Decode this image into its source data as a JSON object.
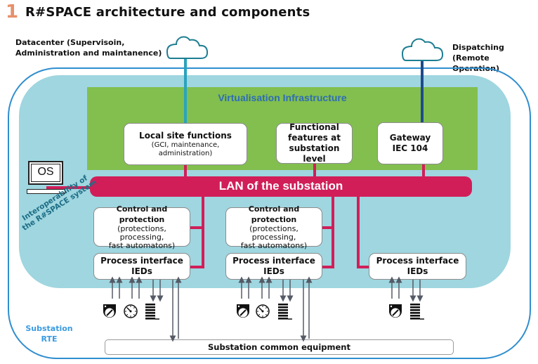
{
  "header": {
    "number": "1",
    "title": "R#SPACE architecture and components"
  },
  "external": {
    "datacenter_line1": "Datacenter (Supervisoin,",
    "datacenter_line2": "Administration and maintanence)",
    "dispatching_line1": "Dispatching",
    "dispatching_line2": "(Remote Operation)"
  },
  "virtualisation": {
    "label": "Virtualisation Infrastructure",
    "boxes": [
      {
        "title": "Local site functions",
        "sub1": "(GCI, maintenance,",
        "sub2": "administration)"
      },
      {
        "title1": "Functional",
        "title2": "features at",
        "title3": "substation level"
      },
      {
        "title1": "Gateway",
        "title2": "IEC 104"
      }
    ]
  },
  "lan": {
    "label": "LAN of the substation"
  },
  "operator_station": {
    "label": "OS"
  },
  "interoperability": {
    "line1": "Interoperability of",
    "line2": "the R#SPACE system"
  },
  "bays": [
    {
      "control": {
        "title": "Control and protection",
        "sub1": "(protections,",
        "sub2": "processing,",
        "sub3": "fast automatons)"
      },
      "ieds": {
        "line1": "Process interface",
        "line2": "IEDs"
      },
      "devices": [
        "breaker-icon",
        "gauge-icon",
        "transformer-coil-icon"
      ]
    },
    {
      "control": {
        "title": "Control and protection",
        "sub1": "(protections,",
        "sub2": "processing,",
        "sub3": "fast automatons)"
      },
      "ieds": {
        "line1": "Process interface",
        "line2": "IEDs"
      },
      "devices": [
        "breaker-icon",
        "gauge-icon",
        "transformer-coil-icon"
      ]
    },
    {
      "ieds": {
        "line1": "Process interface",
        "line2": "IEDs"
      },
      "devices": [
        "breaker-icon",
        "transformer-coil-icon"
      ]
    }
  ],
  "substation": {
    "line1": "Substation",
    "line2": "RTE"
  },
  "common_equipment": {
    "label": "Substation common equipment"
  },
  "colors": {
    "title_number": "#e8906a",
    "outer_border": "#2f8ecf",
    "teal_zone": "#9fd6e0",
    "green_zone": "#82bf4e",
    "lan": "#d11e59",
    "datacenter_link": "#2aa3bd",
    "dispatching_link": "#1f4a8c",
    "virt_label": "#2e6db4",
    "substation_label": "#3a9be0",
    "interop_label": "#1d6d85"
  }
}
